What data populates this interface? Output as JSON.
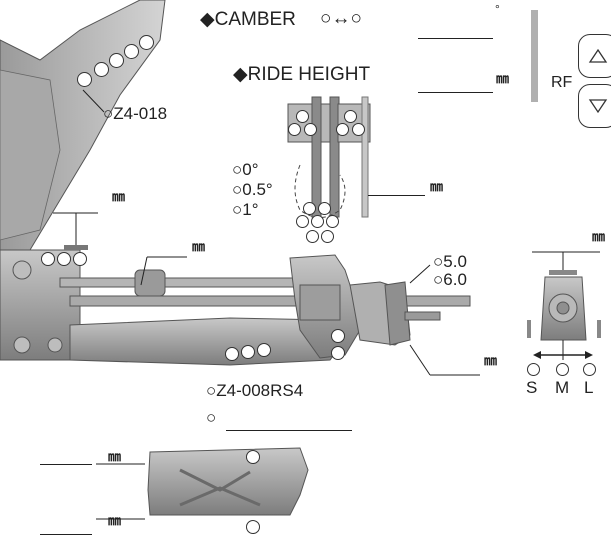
{
  "camber": {
    "label": "◆CAMBER",
    "arrow": "○↔○",
    "unit": "°"
  },
  "ride_height": {
    "label": "◆RIDE HEIGHT",
    "unit": "㎜"
  },
  "rf": {
    "label": "RF"
  },
  "part_upper": {
    "label": "○Z4-018"
  },
  "angle_options": [
    "○0°",
    "○0.5°",
    "○1°"
  ],
  "unit_mm": "㎜",
  "hub_options": [
    "○5.0",
    "○6.0"
  ],
  "sml": [
    "S",
    "M",
    "L"
  ],
  "part_lower": {
    "label": "○Z4-008RS4"
  },
  "blank_circle": "○"
}
